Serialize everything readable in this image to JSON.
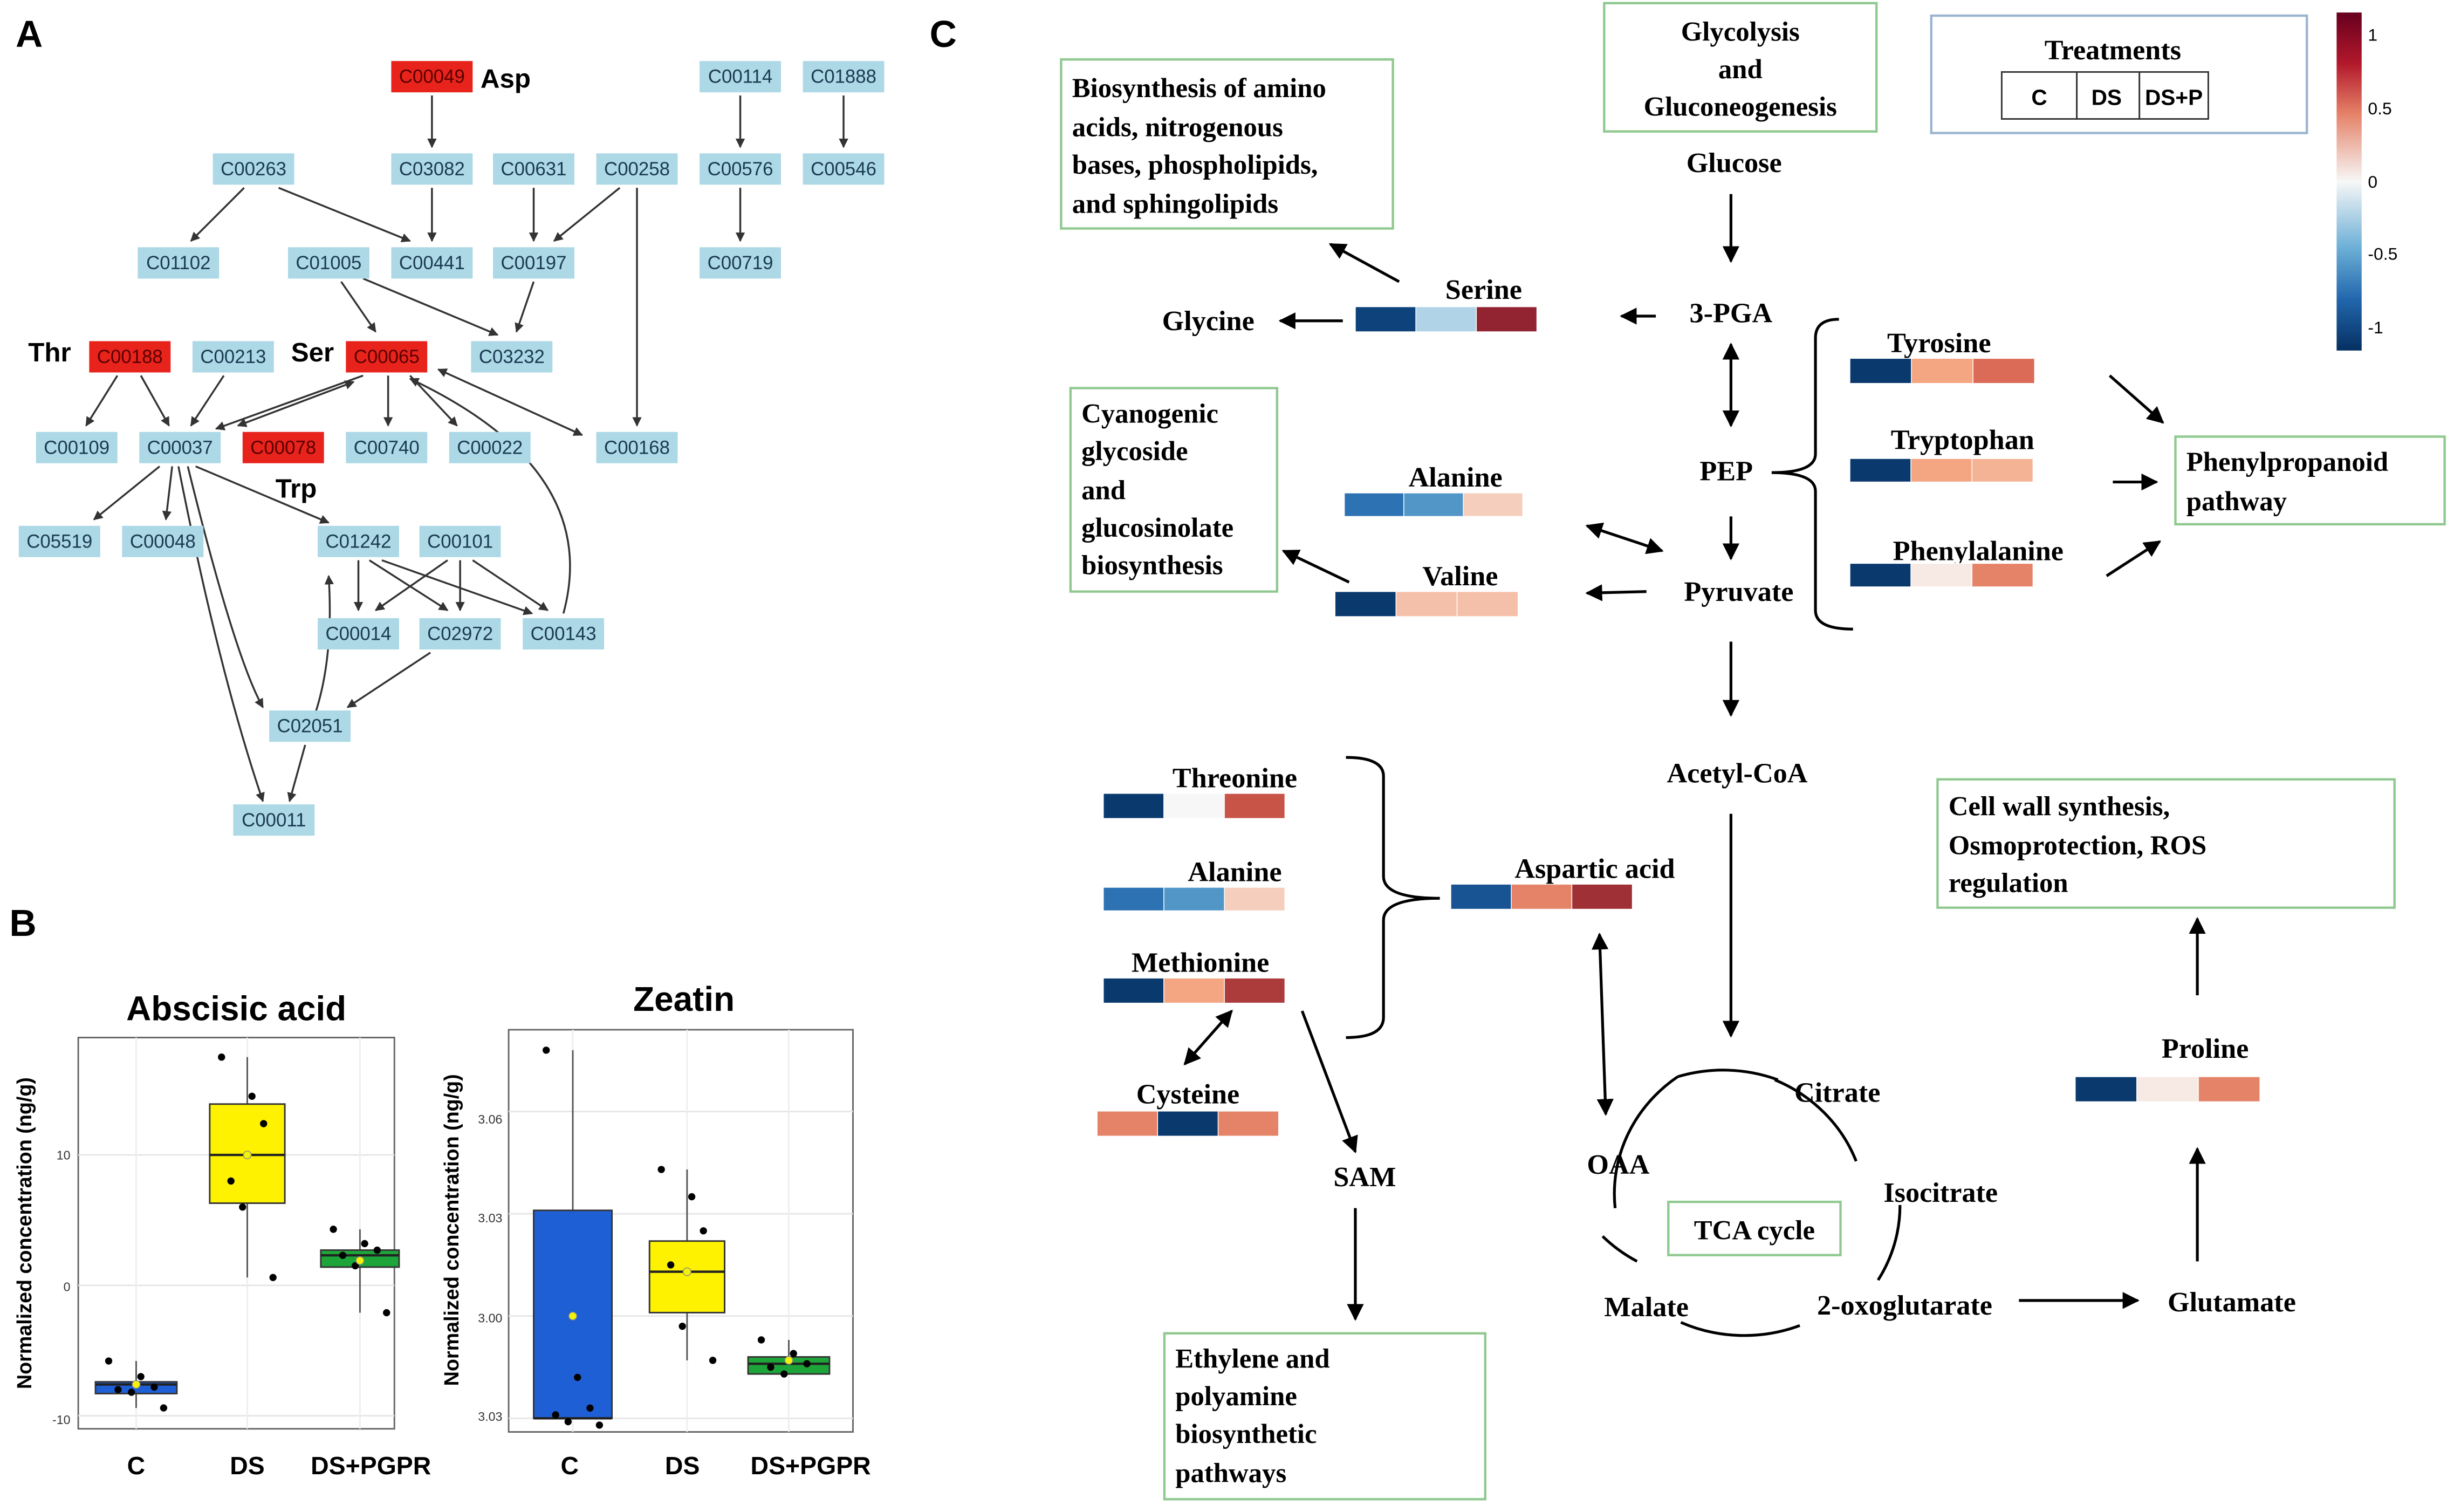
{
  "colors": {
    "node_blue": "#ADD8E6",
    "node_red": "#E8231C",
    "box_C": "#1F5FD6",
    "box_DS": "#FFF200",
    "box_DSPGPR": "#1EA53A",
    "green_box_border": "#8FC98F",
    "scale_high": "#67001F",
    "scale_mid": "#F7F7F7",
    "scale_low": "#053061"
  },
  "panel_A": {
    "letter": "A",
    "nodes": [
      {
        "id": "C00049",
        "red": true
      },
      {
        "id": "C00114",
        "red": false
      },
      {
        "id": "C01888",
        "red": false
      },
      {
        "id": "C00263",
        "red": false
      },
      {
        "id": "C03082",
        "red": false
      },
      {
        "id": "C00631",
        "red": false
      },
      {
        "id": "C00258",
        "red": false
      },
      {
        "id": "C00576",
        "red": false
      },
      {
        "id": "C00546",
        "red": false
      },
      {
        "id": "C01102",
        "red": false
      },
      {
        "id": "C01005",
        "red": false
      },
      {
        "id": "C00441",
        "red": false
      },
      {
        "id": "C00197",
        "red": false
      },
      {
        "id": "C00719",
        "red": false
      },
      {
        "id": "C00188",
        "red": true
      },
      {
        "id": "C00213",
        "red": false
      },
      {
        "id": "C00065",
        "red": true
      },
      {
        "id": "C03232",
        "red": false
      },
      {
        "id": "C00109",
        "red": false
      },
      {
        "id": "C00037",
        "red": false
      },
      {
        "id": "C00078",
        "red": true
      },
      {
        "id": "C00740",
        "red": false
      },
      {
        "id": "C00022",
        "red": false
      },
      {
        "id": "C00168",
        "red": false
      },
      {
        "id": "C05519",
        "red": false
      },
      {
        "id": "C00048",
        "red": false
      },
      {
        "id": "C01242",
        "red": false
      },
      {
        "id": "C00101",
        "red": false
      },
      {
        "id": "C00014",
        "red": false
      },
      {
        "id": "C02972",
        "red": false
      },
      {
        "id": "C00143",
        "red": false
      },
      {
        "id": "C02051",
        "red": false
      },
      {
        "id": "C00011",
        "red": false
      }
    ],
    "amino_labels": {
      "asp": "Asp",
      "thr": "Thr",
      "ser": "Ser",
      "trp": "Trp"
    }
  },
  "panel_B": {
    "letter": "B",
    "plots": [
      {
        "title": "Abscisic acid",
        "ylabel": "Normalized concentration (ng/g)",
        "ytick_labels": [
          "10",
          "0",
          "-10"
        ],
        "categories": [
          "C",
          "DS",
          "DS+PGPR"
        ],
        "boxes": [
          {
            "cat": "C",
            "min": -9.4,
            "q1": -8.3,
            "median": -7.6,
            "q3": -7.4,
            "max": -5.8,
            "mean": -7.6,
            "points": [
              -5.8,
              -7.0,
              -7.8,
              -8.0,
              -8.2,
              -9.4
            ]
          },
          {
            "cat": "DS",
            "min": 0.6,
            "q1": 6.3,
            "median": 10.0,
            "q3": 13.9,
            "max": 17.5,
            "mean": 10.0,
            "points": [
              17.5,
              14.5,
              12.4,
              8.0,
              6.0,
              0.6
            ]
          },
          {
            "cat": "DS+PGPR",
            "min": -2.1,
            "q1": 1.4,
            "median": 2.3,
            "q3": 2.7,
            "max": 4.3,
            "mean": 1.9,
            "points": [
              4.3,
              3.2,
              2.7,
              2.3,
              1.5,
              -2.1
            ]
          }
        ]
      },
      {
        "title": "Zeatin",
        "ylabel": "Normalized concentration (ng/g)",
        "ytick_labels": [
          "3.06",
          "3.03",
          "3.00",
          "3.03"
        ],
        "categories": [
          "C",
          "DS",
          "DS+PGPR"
        ],
        "boxes": [
          {
            "cat": "C",
            "min": 2.97,
            "q1": 2.97,
            "median": 2.97,
            "q3": 3.031,
            "max": 3.078,
            "mean": 3.0,
            "points": [
              3.078,
              2.982,
              2.973,
              2.971,
              2.969,
              2.968
            ]
          },
          {
            "cat": "DS",
            "min": 2.987,
            "q1": 3.001,
            "median": 3.013,
            "q3": 3.022,
            "max": 3.043,
            "mean": 3.013,
            "points": [
              3.043,
              3.035,
              3.025,
              3.015,
              2.997,
              2.987
            ]
          },
          {
            "cat": "DS+PGPR",
            "min": 2.983,
            "q1": 2.983,
            "median": 2.986,
            "q3": 2.988,
            "max": 2.993,
            "mean": 2.987,
            "points": [
              2.993,
              2.989,
              2.986,
              2.985,
              2.983
            ]
          }
        ]
      }
    ]
  },
  "panel_C": {
    "letter": "C",
    "legend": {
      "title": "Treatments",
      "cells": [
        "C",
        "DS",
        "DS+P"
      ],
      "scale_ticks": [
        "1",
        "0.5",
        "0",
        "-0.5",
        "-1"
      ]
    },
    "green_boxes": {
      "biosynthesis": [
        "Biosynthesis of amino",
        "acids, nitrogenous",
        "bases, phospholipids,",
        "and sphingolipids"
      ],
      "glycolysis": [
        "Glycolysis",
        "and",
        "Gluconeogenesis"
      ],
      "cyanogenic": [
        "Cyanogenic",
        "glycoside",
        "and",
        "glucosinolate",
        "biosynthesis"
      ],
      "phenylpropanoid": [
        "Phenylpropanoid",
        "pathway"
      ],
      "cellwall": [
        "Cell wall synthesis,",
        "Osmoprotection, ROS",
        "regulation"
      ],
      "tca": [
        "TCA cycle"
      ],
      "ethylene": [
        "Ethylene and",
        "polyamine",
        "biosynthetic",
        "pathways"
      ]
    },
    "metabolites": {
      "glucose": "Glucose",
      "pga": "3-PGA",
      "pep": "PEP",
      "pyruvate": "Pyruvate",
      "acetylcoa": "Acetyl-CoA",
      "glycine": "Glycine",
      "sam": "SAM",
      "citrate": "Citrate",
      "isocitrate": "Isocitrate",
      "oxoglutarate": "2-oxoglutarate",
      "malate": "Malate",
      "oaa": "OAA",
      "glutamate": "Glutamate"
    },
    "heatmap_rows": [
      {
        "name": "Serine",
        "values": [
          -0.9,
          -0.2,
          0.85
        ]
      },
      {
        "name": "Alanine",
        "values": [
          -0.65,
          -0.5,
          0.15
        ]
      },
      {
        "name": "Valine",
        "values": [
          -0.95,
          0.2,
          0.2
        ]
      },
      {
        "name": "Tyrosine",
        "values": [
          -0.95,
          0.3,
          0.55
        ]
      },
      {
        "name": "Tryptophan",
        "values": [
          -0.95,
          0.3,
          0.25
        ]
      },
      {
        "name": "Phenylalanine",
        "values": [
          -0.95,
          0.05,
          0.45
        ]
      },
      {
        "name": "Threonine",
        "values": [
          -0.95,
          0.0,
          0.65
        ]
      },
      {
        "name": "Alanine",
        "values": [
          -0.65,
          -0.5,
          0.15
        ]
      },
      {
        "name": "Methionine",
        "values": [
          -0.95,
          0.3,
          0.75
        ]
      },
      {
        "name": "Cysteine",
        "values": [
          0.45,
          -0.95,
          0.45
        ]
      },
      {
        "name": "Aspartic acid",
        "values": [
          -0.8,
          0.45,
          0.8
        ]
      },
      {
        "name": "Proline",
        "values": [
          -0.95,
          0.05,
          0.45
        ]
      }
    ]
  }
}
